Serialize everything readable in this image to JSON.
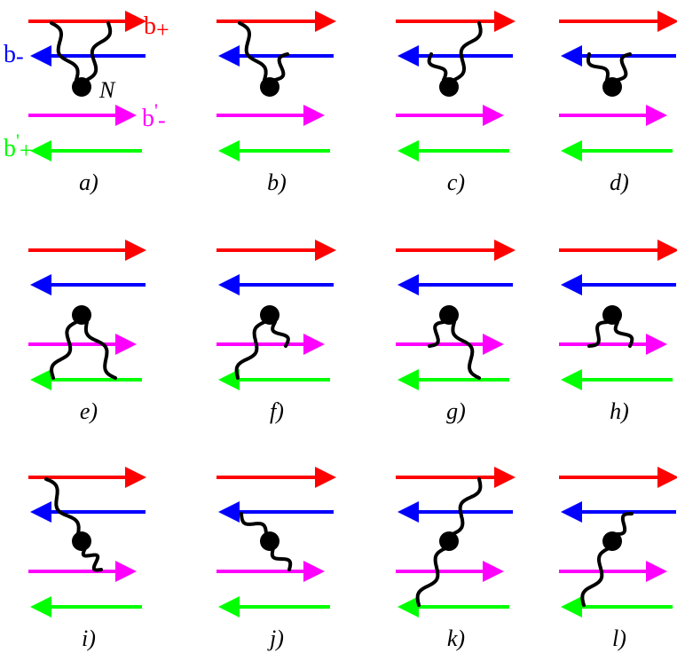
{
  "colors": {
    "b_plus": "#ff0000",
    "b_minus": "#0000ff",
    "b_prime_minus": "#ff00ff",
    "b_prime_plus": "#00ff00",
    "wave": "#000000",
    "nucleus": "#000000"
  },
  "labels": {
    "b_plus": "b+",
    "b_minus": "b-",
    "b_prime_minus": "b'-",
    "b_prime_plus": "b'+",
    "nucleus": "N"
  },
  "panels": [
    {
      "id": "a",
      "caption": "a)",
      "attach": "upper",
      "type": "double-both"
    },
    {
      "id": "b",
      "caption": "b)",
      "attach": "upper",
      "type": "double-mixed"
    },
    {
      "id": "c",
      "caption": "c)",
      "attach": "upper",
      "type": "double-mixed-rev"
    },
    {
      "id": "d",
      "caption": "d)",
      "attach": "upper",
      "type": "double-same"
    },
    {
      "id": "e",
      "caption": "e)",
      "attach": "lower",
      "type": "double-both"
    },
    {
      "id": "f",
      "caption": "f)",
      "attach": "lower",
      "type": "double-mixed"
    },
    {
      "id": "g",
      "caption": "g)",
      "attach": "lower",
      "type": "double-mixed-rev"
    },
    {
      "id": "h",
      "caption": "h)",
      "attach": "lower",
      "type": "double-same"
    },
    {
      "id": "i",
      "caption": "i)",
      "attach": "cross",
      "type": "red-magenta"
    },
    {
      "id": "j",
      "caption": "j)",
      "attach": "cross",
      "type": "blue-magenta"
    },
    {
      "id": "k",
      "caption": "k)",
      "attach": "cross",
      "type": "red-green"
    },
    {
      "id": "l",
      "caption": "l)",
      "attach": "cross",
      "type": "blue-green"
    }
  ]
}
